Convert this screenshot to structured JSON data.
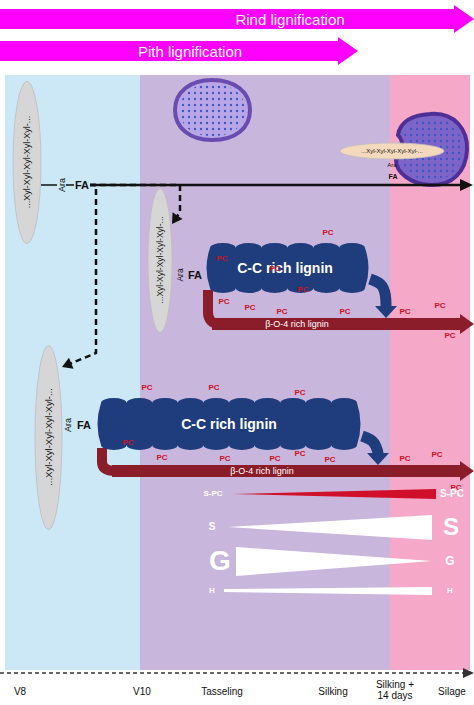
{
  "diagram": {
    "nodes": [
      {
        "text": [
          "Rind lignification"
        ]
      },
      {
        "text": [
          "Pith lignification"
        ]
      },
      {
        "text": [
          "...Xyl-Xyl-Xyl-Xyl-Xyl-...",
          "Ara",
          "FA"
        ]
      },
      {
        "text": [
          "...Xyl-Xyl-Xyl-Xyl-Xyl-...",
          "Ara",
          "FA"
        ]
      },
      {
        "text": [
          "...Xyl-Xyl-Xyl-Xyl-Xyl-...",
          "Ara",
          "FA"
        ]
      },
      {
        "text": [
          "C-C rich lignin"
        ]
      },
      {
        "text": [
          "β-O-4 rich lignin"
        ]
      },
      {
        "text": [
          "...Xyl-Xyl-Xyl-Xyl-Xyl-...",
          "Ara",
          "FA"
        ]
      },
      {
        "text": [
          "C-C rich lignin"
        ]
      },
      {
        "text": [
          "β-O-4 rich lignin"
        ]
      }
    ],
    "edges": [
      {
        "from": 2,
        "to": 4,
        "arrow": "to"
      },
      {
        "from": 2,
        "to": 7,
        "arrow": "to"
      },
      {
        "from": 5,
        "to": 6,
        "arrow": "to"
      },
      {
        "from": 8,
        "to": 9,
        "arrow": "to"
      }
    ],
    "labels": [
      "PC",
      "PC",
      "PC",
      "PC",
      "PC",
      "PC",
      "PC",
      "PC",
      "PC",
      "PC",
      "PC",
      "PC",
      "PC",
      "PC",
      "PC",
      "PC",
      "PC",
      "PC",
      "PC",
      "PC",
      "PC",
      "PC",
      "PC",
      "S-PC",
      "S-PC",
      "S",
      "S",
      "G",
      "G",
      "H",
      "H",
      "V8",
      "V10",
      "Tasseling",
      "Silking",
      "Silking + 14 days",
      "Silage"
    ]
  }
}
